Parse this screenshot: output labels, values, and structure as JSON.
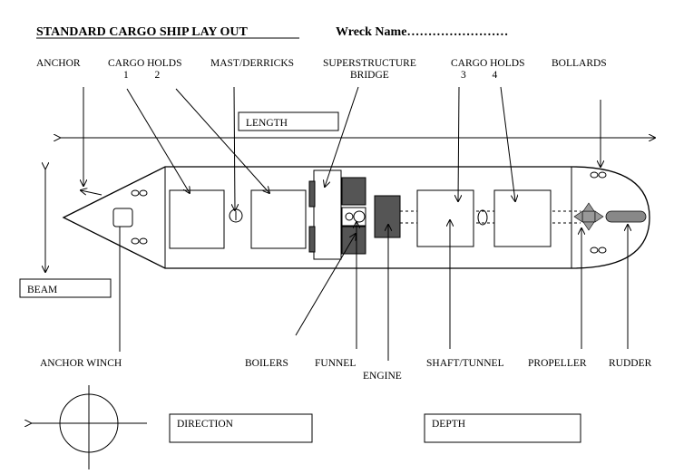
{
  "header": {
    "title": "STANDARD CARGO SHIP LAY OUT",
    "wreck_name": "Wreck Name……………………"
  },
  "labels": {
    "anchor": "ANCHOR",
    "cargo_holds_left": "CARGO HOLDS",
    "cargo_holds_left_nums": "1          2",
    "mast_derricks": "MAST/DERRICKS",
    "superstructure": "SUPERSTRUCTURE",
    "bridge": "BRIDGE",
    "cargo_holds_right": "CARGO HOLDS",
    "cargo_holds_right_nums": "3          4",
    "bollards": "BOLLARDS",
    "length": "LENGTH",
    "beam": "BEAM",
    "anchor_winch": "ANCHOR WINCH",
    "boilers": "BOILERS",
    "funnel": "FUNNEL",
    "engine": "ENGINE",
    "shaft_tunnel": "SHAFT/TUNNEL",
    "propeller": "PROPELLER",
    "rudder": "RUDDER",
    "direction": "DIRECTION",
    "depth": "DEPTH"
  }
}
